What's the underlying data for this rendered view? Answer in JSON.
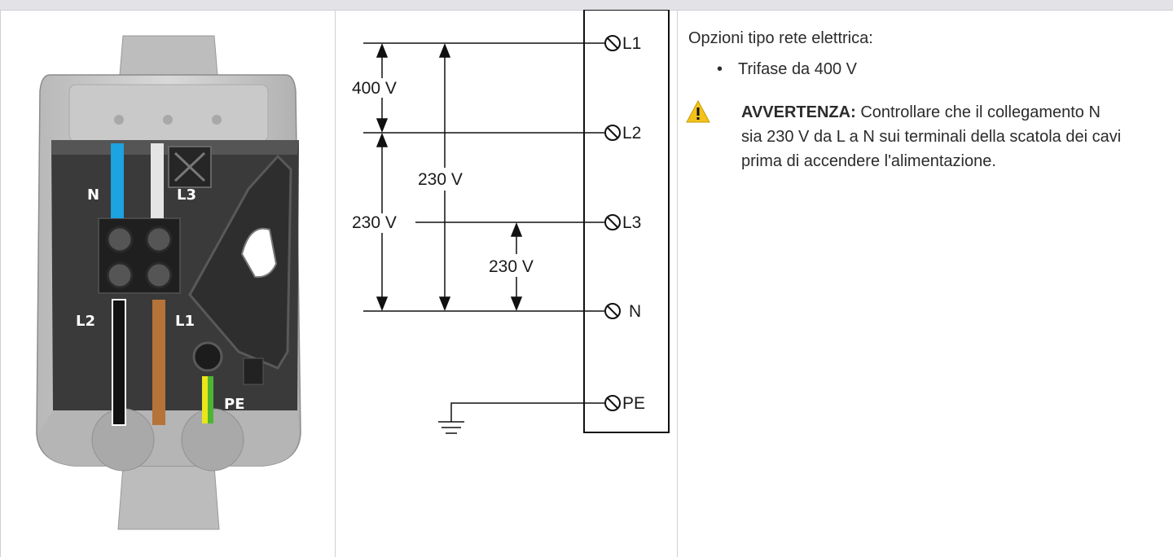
{
  "photo": {
    "labels": {
      "n": "N",
      "l3": "L3",
      "l2": "L2",
      "l1": "L1",
      "pe": "PE"
    }
  },
  "schematic": {
    "terminals": [
      "L1",
      "L2",
      "L3",
      "N",
      "PE"
    ],
    "voltages": {
      "l1_l2": "400 V",
      "l1_n": "230 V",
      "l2_n": "230 V",
      "l3_n": "230 V"
    }
  },
  "panel": {
    "intro": "Opzioni tipo rete elettrica:",
    "options": [
      "Trifase da 400 V"
    ],
    "warning_label": "AVVERTENZA:",
    "warning_text": "Controllare che il collegamento N sia 230 V da L a N sui terminali della scatola dei cavi prima di accendere l'alimentazione."
  },
  "colors": {
    "wire_n": "#1ca3e0",
    "wire_l3": "#e4e4e4",
    "wire_l2": "#111111",
    "wire_l1": "#b5733a",
    "wire_pe_green": "#4fb333",
    "wire_pe_yellow": "#e9e61a",
    "warning": "#f3c318"
  }
}
